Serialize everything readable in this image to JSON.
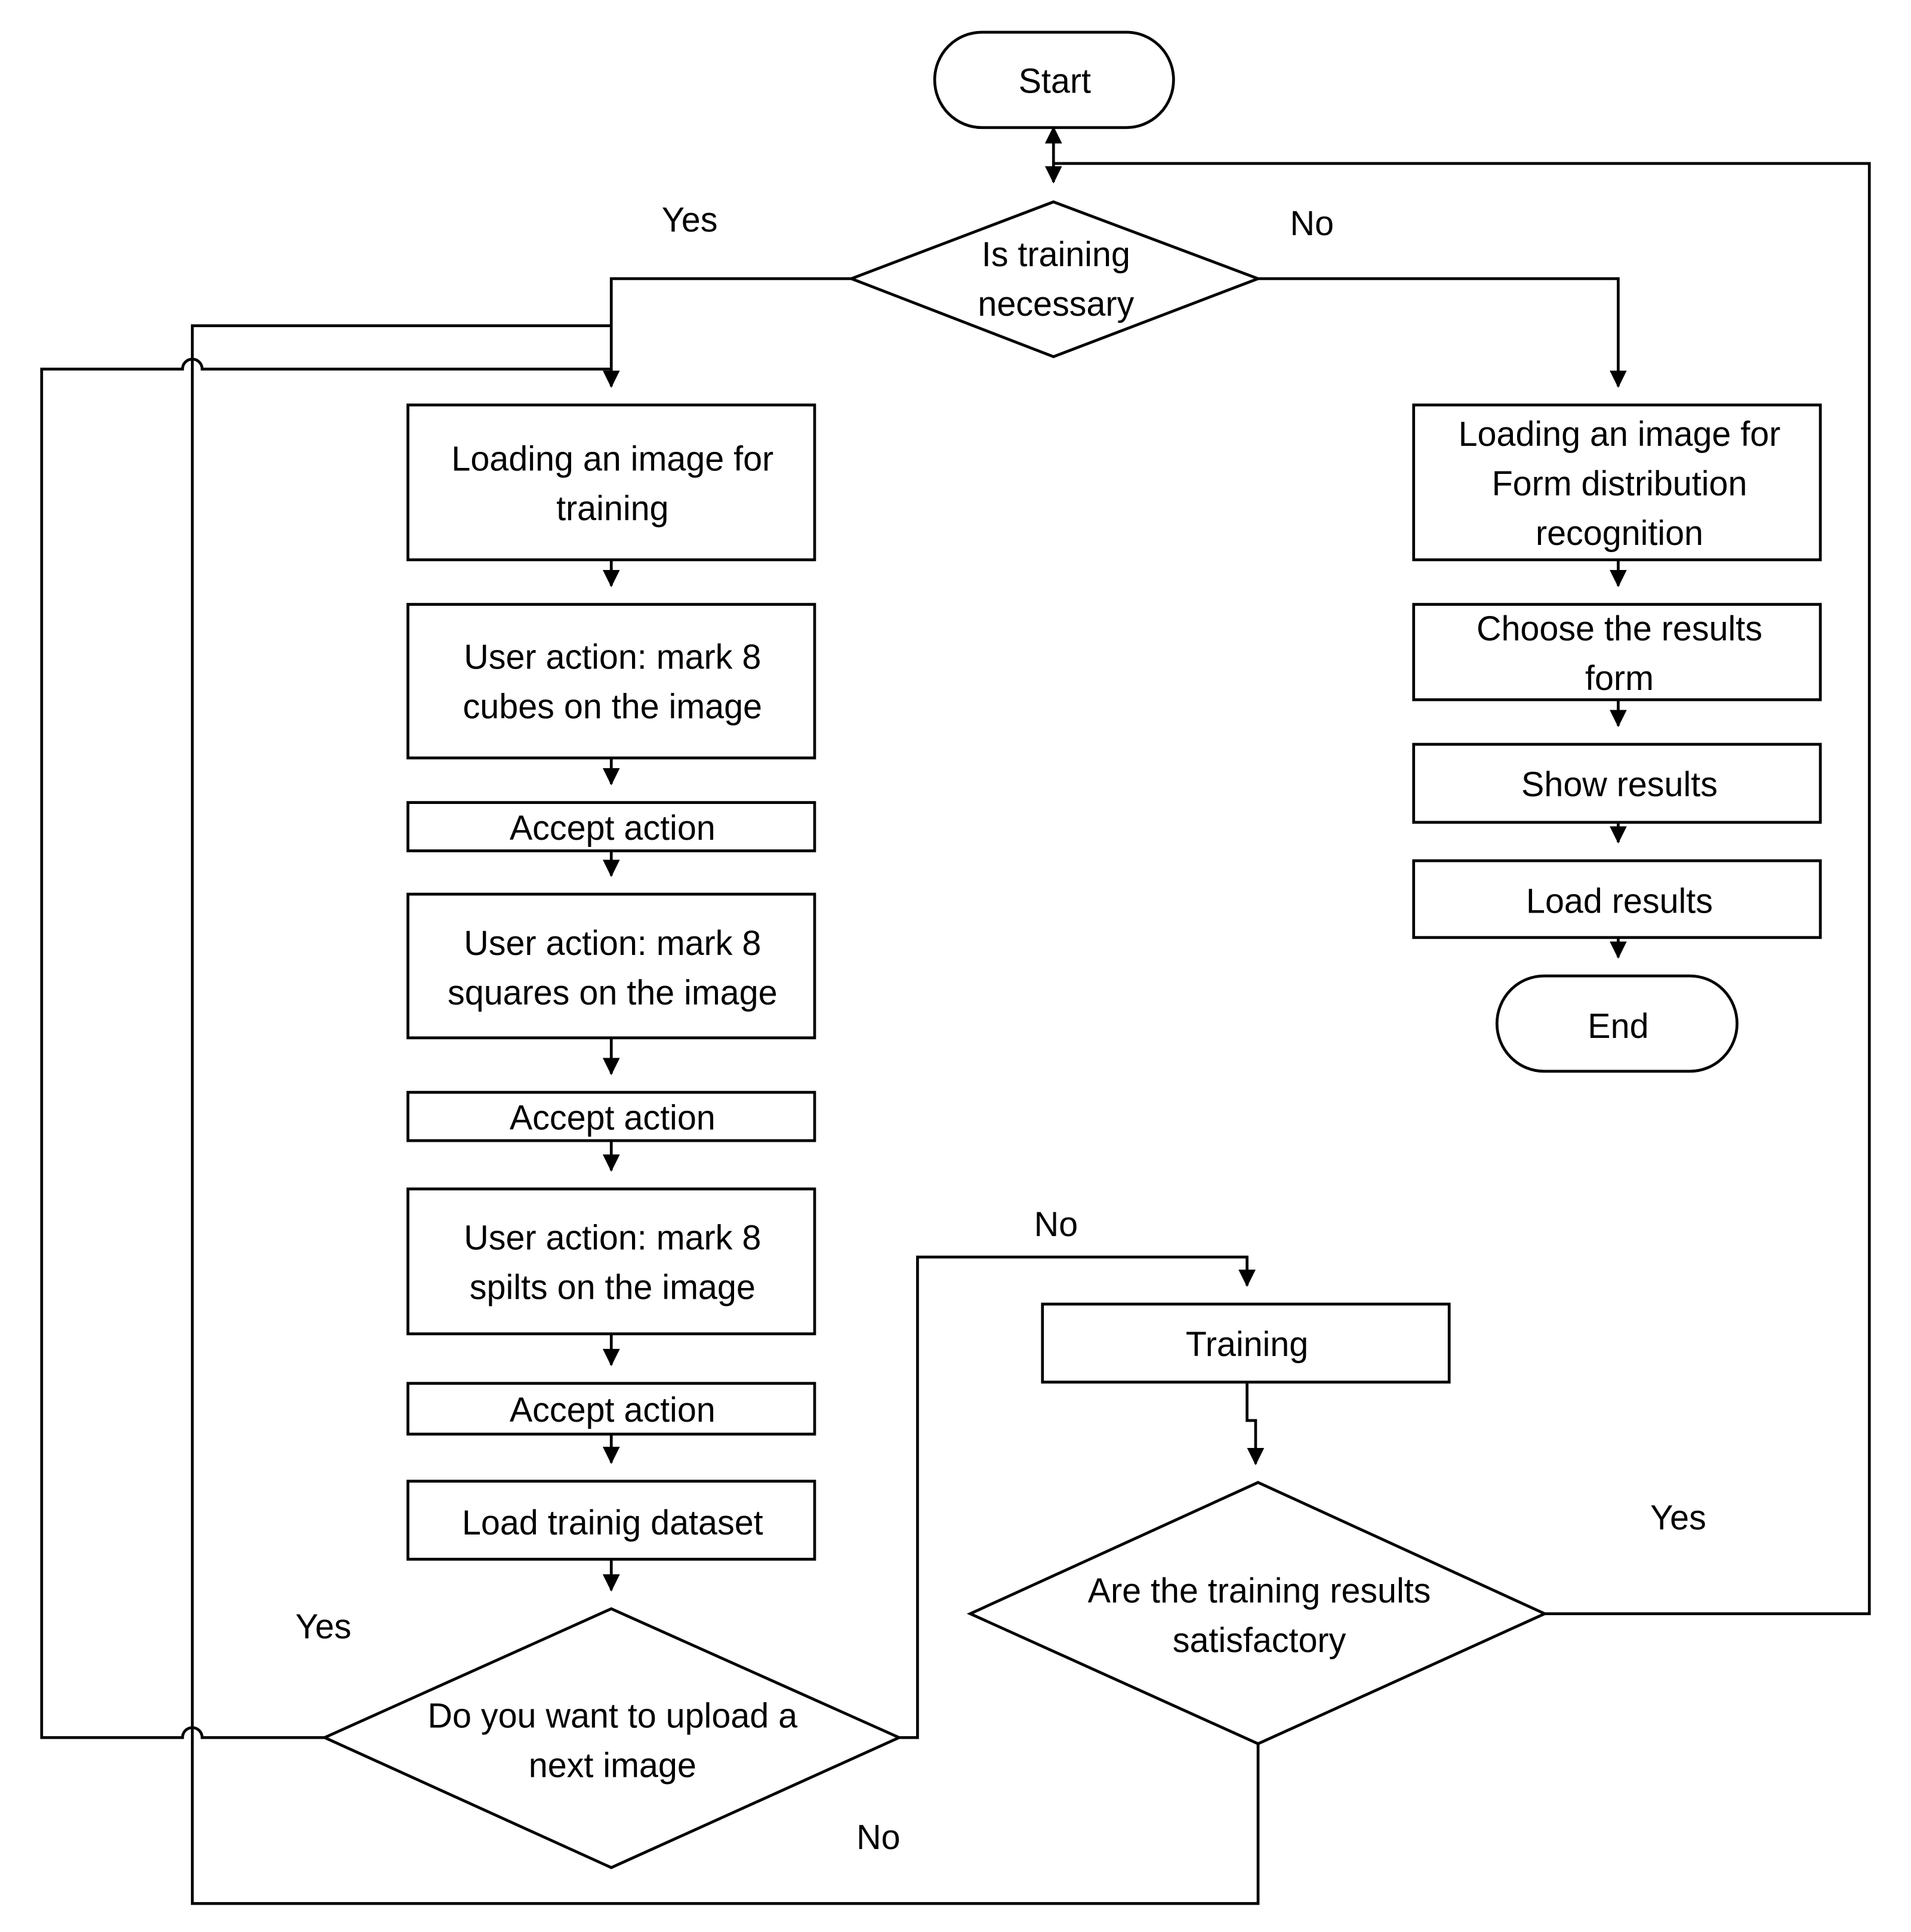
{
  "nodes": {
    "start": "Start",
    "decision_training": [
      "Is  training",
      "necessary"
    ],
    "load_image_training": [
      "Loading an image for",
      "training"
    ],
    "mark_cubes": [
      "User action: mark 8",
      "cubes  on the image"
    ],
    "accept_1": "Accept action",
    "mark_squares": [
      "User action: mark 8",
      "squares on the image"
    ],
    "accept_2": "Accept action",
    "mark_spilts": [
      "User action: mark 8",
      "spilts on the image"
    ],
    "accept_3": "Accept action",
    "load_dataset": "Load trainig dataset",
    "decision_upload": [
      "Do you want to upload a",
      "next image"
    ],
    "training": "Training",
    "decision_results": [
      "Are the training results",
      "satisfactory"
    ],
    "load_image_recognition": [
      "Loading an image for",
      "Form distribution",
      "recognition"
    ],
    "choose_form": [
      "Choose the results",
      "form"
    ],
    "show_results": "Show results",
    "load_results": "Load results",
    "end": "End"
  },
  "edge_labels": {
    "training_yes": "Yes",
    "training_no": "No",
    "upload_yes": "Yes",
    "upload_no_top": "No",
    "upload_no_bottom": "No",
    "results_yes": "Yes"
  }
}
